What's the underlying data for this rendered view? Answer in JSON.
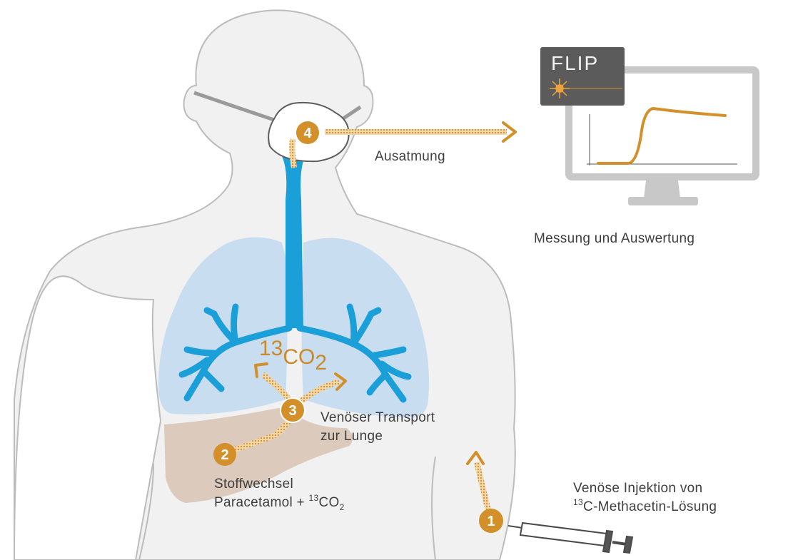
{
  "colors": {
    "accent_orange": "#d28f2a",
    "airway_blue": "#1a9fd8",
    "lung_blue": "#c9ddf1",
    "liver_tan": "#dccbbd",
    "body_fill": "#f1f1f1",
    "body_stroke": "#bcbcbc",
    "monitor_gray": "#c8c8c8",
    "flip_box": "#5b5b5b"
  },
  "labels": {
    "exhale": "Ausatmung",
    "measurement": "Messung und Auswertung",
    "transport_line1": "Venöser Transport",
    "transport_line2": "zur Lunge",
    "metabolism_line1": "Stoffwechsel",
    "metabolism_line2_prefix": "Paracetamol + ",
    "metabolism_line2_sup": "13",
    "metabolism_line2_co": "CO",
    "metabolism_line2_sub": "2",
    "injection_line1": "Venöse Injektion von",
    "injection_line2_sup": "13",
    "injection_line2_text": "C-Methacetin-Lösung",
    "co2_sup": "13",
    "co2_main": "CO",
    "co2_sub": "2",
    "flip": "FLIP"
  },
  "steps": [
    {
      "number": "1"
    },
    {
      "number": "2"
    },
    {
      "number": "3"
    },
    {
      "number": "4"
    }
  ],
  "icons": [
    "laser-icon",
    "syringe-icon",
    "monitor-icon",
    "mask-icon"
  ]
}
